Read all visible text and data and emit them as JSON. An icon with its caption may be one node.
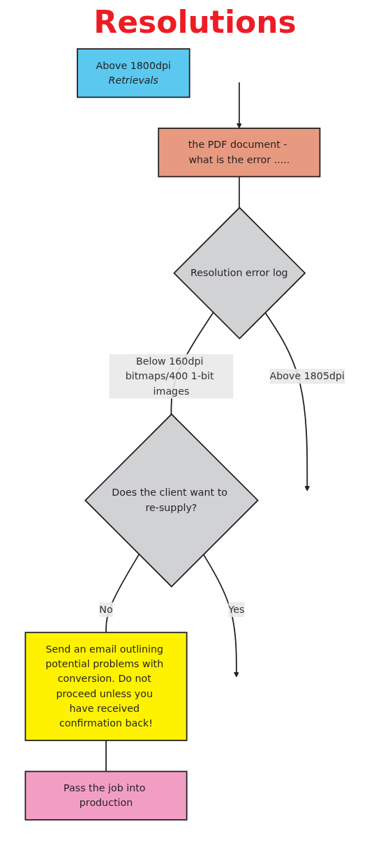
{
  "diagram": {
    "title": "Resolutions",
    "nodes": [
      {
        "text": [
          "the PDF document - what is the error ....."
        ]
      },
      {
        "text": [
          "Resolution error log"
        ]
      },
      {
        "text": [
          "Above 1800dpi",
          "Retrievals"
        ]
      },
      {
        "text": [
          "Does the client want to re-supply?"
        ]
      },
      {
        "text": [
          "Send an email outlining potential problems with conversion. Do not proceed unless you have received confirmation back!"
        ]
      },
      {
        "text": [
          "Pass the job into production"
        ]
      }
    ],
    "edges": [
      {
        "from": null,
        "to": 0,
        "arrow": "to"
      },
      {
        "from": 0,
        "to": 1,
        "arrow": "none"
      },
      {
        "from": 1,
        "to": null,
        "label": "Above 1805dpi",
        "arrow": "to"
      },
      {
        "from": 1,
        "to": 3,
        "label": "Below 160dpi bitmaps/400 1-bit images",
        "arrow": "none"
      },
      {
        "from": 3,
        "to": null,
        "label": "Yes",
        "arrow": "to"
      },
      {
        "from": 3,
        "to": 4,
        "label": "No",
        "arrow": "none"
      },
      {
        "from": 4,
        "to": 5,
        "arrow": "none"
      }
    ]
  }
}
